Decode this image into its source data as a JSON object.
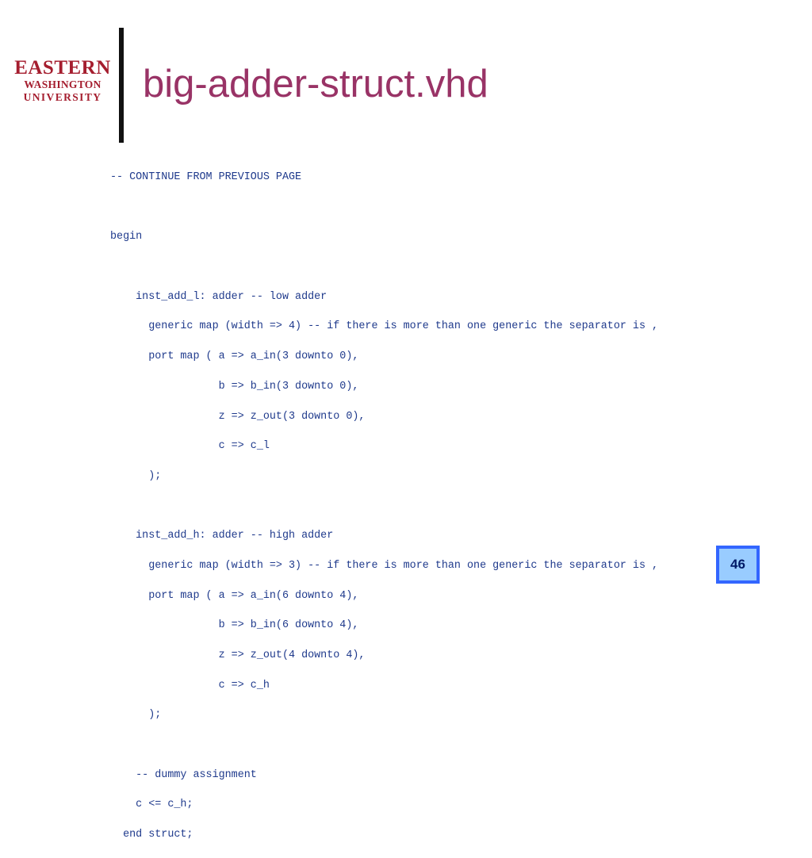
{
  "logo": {
    "line1": "EASTERN",
    "line2": "WASHINGTON",
    "line3": "UNIVERSITY"
  },
  "title": "big-adder-struct.vhd",
  "code_lines": [
    "-- CONTINUE FROM PREVIOUS PAGE",
    "",
    "begin",
    "",
    "    inst_add_l: adder -- low adder",
    "      generic map (width => 4) -- if there is more than one generic the separator is ,",
    "      port map ( a => a_in(3 downto 0),",
    "                 b => b_in(3 downto 0),",
    "                 z => z_out(3 downto 0),",
    "                 c => c_l",
    "      );",
    "",
    "    inst_add_h: adder -- high adder",
    "      generic map (width => 3) -- if there is more than one generic the separator is ,",
    "      port map ( a => a_in(6 downto 4),",
    "                 b => b_in(6 downto 4),",
    "                 z => z_out(4 downto 4),",
    "                 c => c_h",
    "      );",
    "",
    "    -- dummy assignment",
    "    c <= c_h;",
    "  end struct;"
  ],
  "page_number": "46",
  "colors": {
    "title": "#993366",
    "code": "#1f3a8c",
    "logo": "#a51e2f",
    "page_box_border": "#3366ff",
    "page_box_fill": "#99ccff"
  }
}
